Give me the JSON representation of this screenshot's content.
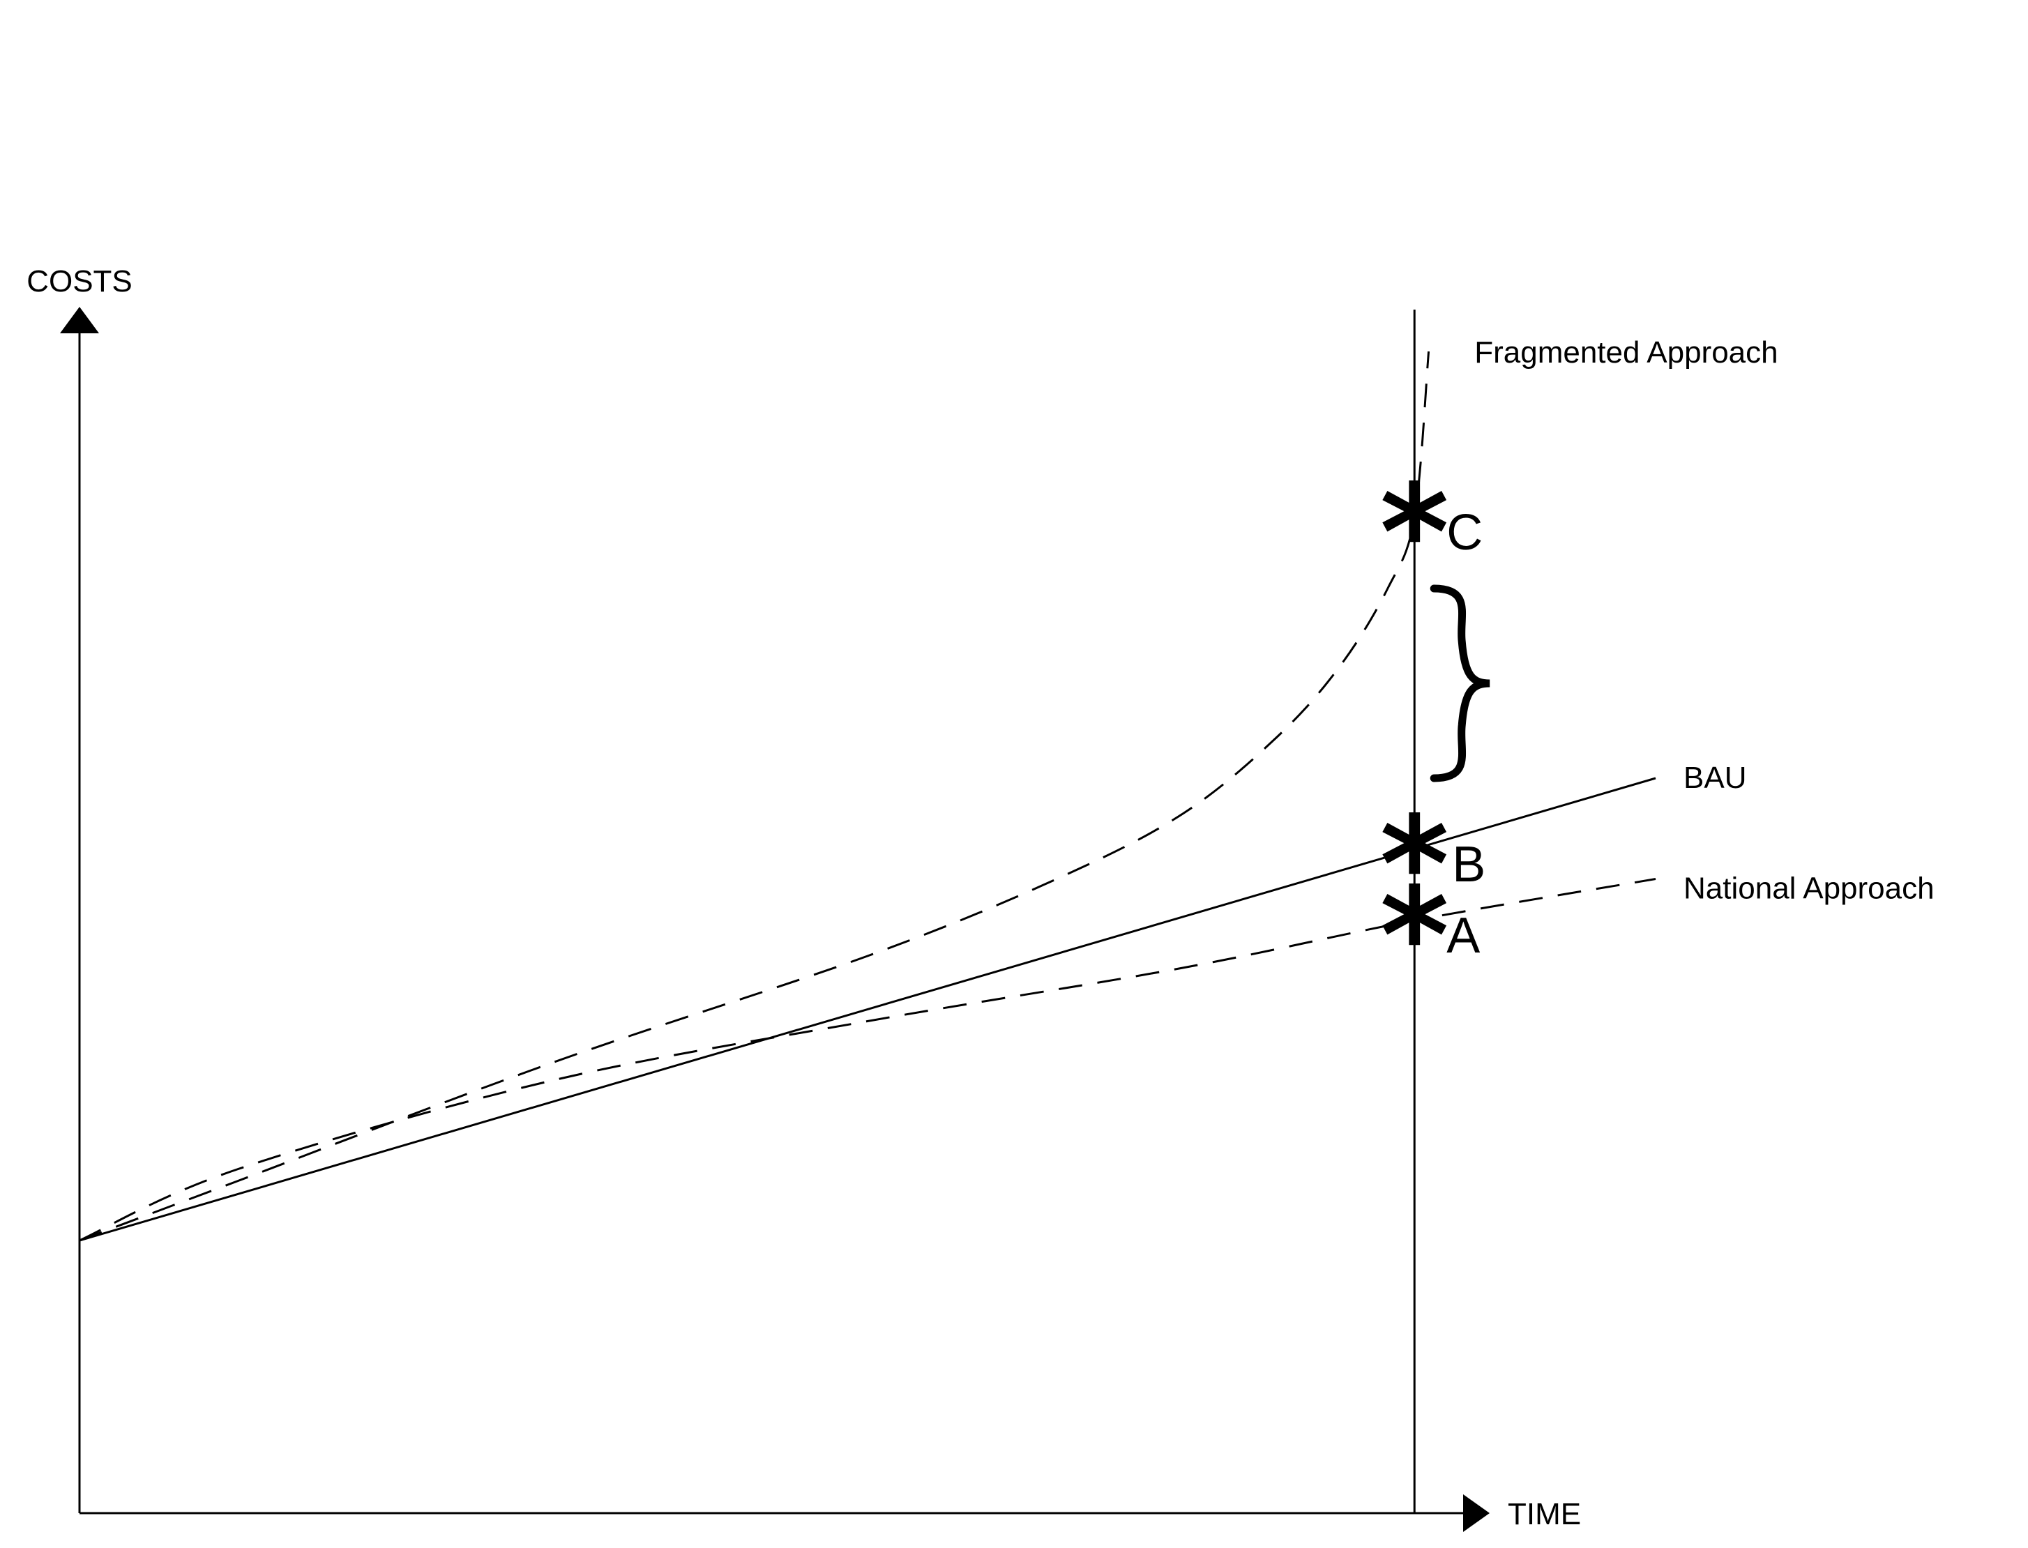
{
  "chart_data": {
    "type": "line",
    "xlabel": "TIME",
    "ylabel": "COSTS",
    "xlim": [
      0,
      1
    ],
    "ylim": [
      0,
      1
    ],
    "marker_x": 0.847,
    "series": [
      {
        "name": "BAU",
        "style": "solid",
        "x": [
          0,
          1.0
        ],
        "y": [
          0.23,
          0.62
        ]
      },
      {
        "name": "National Approach",
        "style": "dashed",
        "x": [
          0,
          0.1,
          0.3,
          0.5,
          0.7,
          0.847,
          1.0
        ],
        "y": [
          0.23,
          0.29,
          0.365,
          0.415,
          0.46,
          0.5,
          0.535
        ]
      },
      {
        "name": "Fragmented Approach",
        "style": "dashed",
        "x": [
          0,
          0.1,
          0.3,
          0.5,
          0.62,
          0.7,
          0.76,
          0.8,
          0.83,
          0.847,
          0.856
        ],
        "y": [
          0.23,
          0.28,
          0.38,
          0.47,
          0.535,
          0.59,
          0.655,
          0.715,
          0.78,
          0.84,
          0.98
        ]
      }
    ],
    "points": [
      {
        "label": "A",
        "x": 0.847,
        "y": 0.5
      },
      {
        "label": "B",
        "x": 0.847,
        "y": 0.56
      },
      {
        "label": "C",
        "x": 0.847,
        "y": 0.84
      }
    ],
    "brace_range": [
      0.62,
      0.78
    ],
    "grid": false,
    "legend": "none"
  }
}
